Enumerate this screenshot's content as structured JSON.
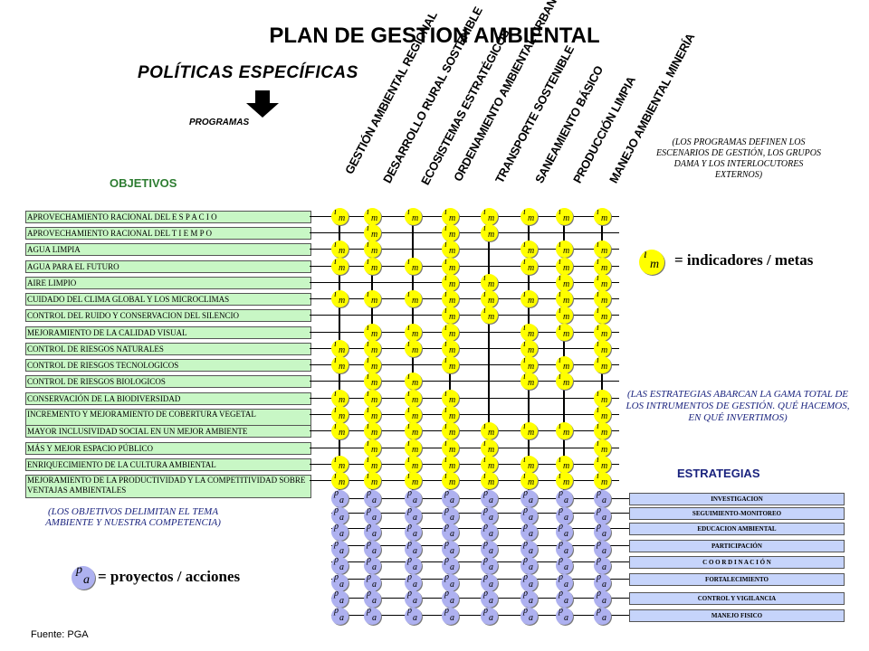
{
  "title": "PLAN DE GESTION AMBIENTAL",
  "policies_heading": "POLÍTICAS ESPECÍFICAS",
  "programs_label": "PROGRAMAS",
  "programs": [
    "GESTIÓN AMBIENTAL REGIONAL",
    "DESARROLLO RURAL SOSTENIBLE",
    "ECOSISTEMAS ESTRATÉGICOS",
    "ORDENAMIENTO AMBIENTAL URBANO",
    "TRANSPORTE SOSTENIBLE",
    "SANEAMIENTO BÁSICO",
    "PRODUCCIÓN LIMPIA",
    "MANEJO AMBIENTAL MINERÍA"
  ],
  "programs_note": "(LOS PROGRAMAS DEFINEN LOS ESCENARIOS DE GESTIÓN, LOS GRUPOS DAMA Y LOS INTERLOCUTORES EXTERNOS)",
  "objectives_heading": "OBJETIVOS",
  "objectives": [
    "APROVECHAMIENTO RACIONAL DEL E S P A C I O",
    "APROVECHAMIENTO RACIONAL DEL T I E M P O",
    "AGUA LIMPIA",
    "AGUA PARA EL FUTURO",
    "AIRE LIMPIO",
    "CUIDADO DEL CLIMA GLOBAL Y LOS MICROCLIMAS",
    "CONTROL DEL RUIDO Y CONSERVACION DEL SILENCIO",
    "MEJORAMIENTO DE LA CALIDAD VISUAL",
    "CONTROL DE RIESGOS NATURALES",
    "CONTROL DE RIESGOS TECNOLOGICOS",
    "CONTROL DE RIESGOS BIOLOGICOS",
    "CONSERVACIÓN DE LA BIODIVERSIDAD",
    "INCREMENTO Y MEJORAMIENTO DE COBERTURA VEGETAL",
    "MAYOR INCLUSIVIDAD SOCIAL EN UN MEJOR AMBIENTE",
    "MÁS Y MEJOR ESPACIO PÚBLICO",
    "ENRIQUECIMIENTO DE LA CULTURA AMBIENTAL",
    "MEJORAMIENTO DE LA PRODUCTIVIDAD Y LA COMPETITIVIDAD SOBRE VENTAJAS AMBIENTALES"
  ],
  "indicator_matrix": [
    [
      1,
      1,
      1,
      1,
      1,
      1,
      1,
      1
    ],
    [
      0,
      1,
      0,
      1,
      1,
      0,
      0,
      0
    ],
    [
      1,
      1,
      0,
      1,
      0,
      1,
      1,
      1
    ],
    [
      1,
      1,
      1,
      1,
      0,
      1,
      1,
      1
    ],
    [
      0,
      0,
      0,
      1,
      1,
      0,
      1,
      1
    ],
    [
      1,
      1,
      1,
      1,
      1,
      1,
      1,
      1
    ],
    [
      0,
      0,
      0,
      1,
      1,
      0,
      1,
      1
    ],
    [
      0,
      1,
      1,
      1,
      0,
      1,
      1,
      1
    ],
    [
      1,
      1,
      1,
      1,
      0,
      1,
      0,
      1
    ],
    [
      1,
      1,
      0,
      1,
      0,
      1,
      1,
      1
    ],
    [
      0,
      1,
      1,
      0,
      0,
      1,
      1,
      0
    ],
    [
      1,
      1,
      1,
      1,
      0,
      0,
      0,
      1
    ],
    [
      1,
      1,
      1,
      1,
      0,
      0,
      0,
      1
    ],
    [
      1,
      1,
      1,
      1,
      1,
      1,
      1,
      1
    ],
    [
      0,
      1,
      1,
      1,
      1,
      0,
      0,
      1
    ],
    [
      1,
      1,
      1,
      1,
      1,
      1,
      1,
      1
    ],
    [
      1,
      1,
      1,
      1,
      1,
      1,
      1,
      1
    ]
  ],
  "project_rows": 8,
  "indicator_glyph": {
    "top": "i",
    "bottom": "m"
  },
  "project_glyph": {
    "top": "p",
    "bottom": "a"
  },
  "legend_indicators": "= indicadores / metas",
  "legend_projects": "= proyectos / acciones",
  "strategies_note": "(LAS ESTRATEGIAS ABARCAN LA GAMA TOTAL DE LOS INTRUMENTOS DE GESTIÓN. QUÉ HACEMOS, EN QUÉ INVERTIMOS)",
  "strategies_heading": "ESTRATEGIAS",
  "strategies": [
    "INVESTIGACION",
    "SEGUIMIENTO-MONITOREO",
    "EDUCACION AMBIENTAL",
    "PARTICIPACIÓN",
    "C O O R D I N A C I Ó N",
    "FORTALECIMIENTO",
    "CONTROL Y VIGILANCIA",
    "MANEJO FISICO"
  ],
  "objectives_note": "(LOS OBJETIVOS DELIMITAN EL TEMA AMBIENTE Y NUESTRA COMPETENCIA)",
  "source": "Fuente: PGA",
  "colors": {
    "objective_fill": "#c8f7c5",
    "strategy_fill": "#c6d4fb",
    "indicator_fill": "#ffff00",
    "project_fill": "#aeb1f0",
    "objectives_heading": "#2e7d32",
    "strategies_heading": "#1a237e"
  }
}
